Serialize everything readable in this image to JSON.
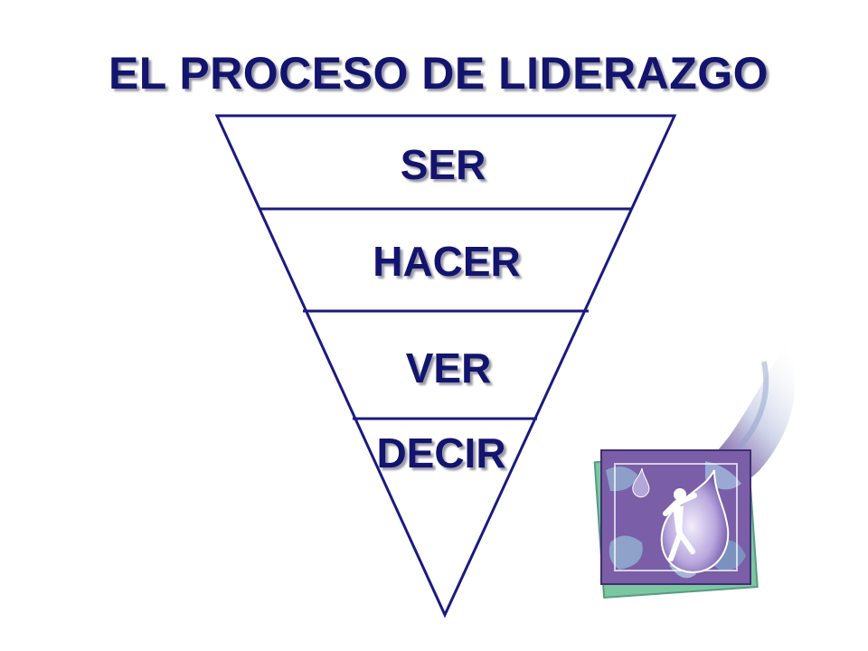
{
  "title": "EL PROCESO DE LIDERAZGO",
  "levels": [
    {
      "label": "SER"
    },
    {
      "label": "HACER"
    },
    {
      "label": "VER"
    },
    {
      "label": "DECIR"
    }
  ],
  "colors": {
    "text": "#12146e",
    "funnel_stroke": "#1a1a80",
    "shadow": "#9a9aa8"
  },
  "icons": [
    "leadership-clipart-icon"
  ]
}
